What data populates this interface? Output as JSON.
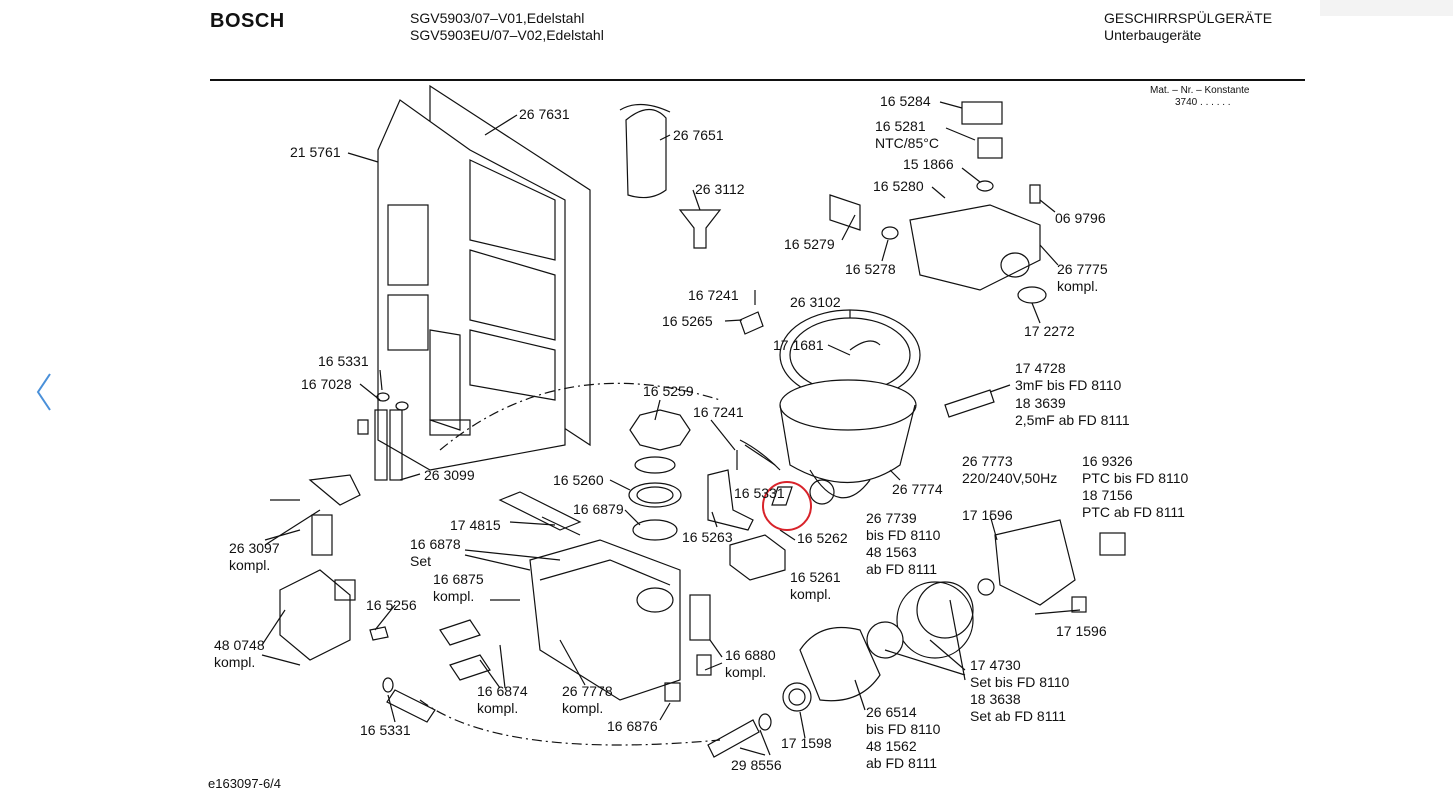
{
  "header": {
    "brand": "BOSCH",
    "model_line1": "SGV5903/07–V01,Edelstahl",
    "model_line2": "SGV5903EU/07–V02,Edelstahl",
    "category_line1": "GESCHIRRSPÜLGERÄTE",
    "category_line2": "Unterbaugeräte"
  },
  "mat_box": {
    "label": "Mat. – Nr. – Konstante",
    "value": "3740 . . . . . ."
  },
  "footer": {
    "code": "e163097-6/4"
  },
  "labels": {
    "p215761": "21 5761",
    "p267631": "26 7631",
    "p267651": "26 7651",
    "p263112": "26 3112",
    "p165284": "16 5284",
    "p165281": "16 5281",
    "ntc": "NTC/85°C",
    "p151866": "15 1866",
    "p165280": "16 5280",
    "p069796": "06 9796",
    "p165279": "16 5279",
    "p165278": "16 5278",
    "p267775": "26 7775",
    "kompl_a": "kompl.",
    "p167241a": "16 7241",
    "p263102": "26 3102",
    "p172272": "17 2272",
    "p165265": "16 5265",
    "p171681": "17 1681",
    "p174728": "17 4728",
    "cap1": "3mF  bis FD 8110",
    "p183639": "18 3639",
    "cap2": "2,5mF  ab FD 8111",
    "p165331a": "16 5331",
    "p167028": "16 7028",
    "p165259": "16 5259",
    "p167241b": "16 7241",
    "p263099": "26 3099",
    "p165260": "16 5260",
    "p165331b": "16 5331",
    "p267774": "26 7774",
    "p267773": "26 7773",
    "volt": "220/240V,50Hz",
    "p169326": "16 9326",
    "ptc1": "PTC bis FD 8110",
    "p187156": "18 7156",
    "ptc2": "PTC ab FD 8111",
    "p174815": "17 4815",
    "p166879": "16 6879",
    "p165263": "16 5263",
    "p165262": "16 5262",
    "p267739": "26 7739",
    "bis1": "bis FD 8110",
    "p481563": "48 1563",
    "ab1": "ab FD 8111",
    "p171596a": "17 1596",
    "p263097": "26 3097",
    "kompl_b": "kompl.",
    "p166878": "16 6878",
    "set_a": "Set",
    "p165261": "16 5261",
    "kompl_c": "kompl.",
    "p166875": "16 6875",
    "kompl_d": "kompl.",
    "p165256": "16 5256",
    "p480748": "48 0748",
    "kompl_e": "kompl.",
    "p166880": "16 6880",
    "kompl_f": "kompl.",
    "p171596b": "17 1596",
    "p174730": "17 4730",
    "set_bis": "Set bis FD 8110",
    "p183638": "18 3638",
    "set_ab": "Set ab FD 8111",
    "p166874": "16 6874",
    "kompl_g": "kompl.",
    "p267778": "26 7778",
    "kompl_h": "kompl.",
    "p266514": "26 6514",
    "bis2": "bis FD 8110",
    "p481562": "48 1562",
    "ab2": "ab FD 8111",
    "p165331c": "16 5331",
    "p166876": "16 6876",
    "p171598": "17 1598",
    "p298556": "29 8556"
  },
  "colors": {
    "highlight_circle": "#d8232a",
    "nav_arrow": "#4a90d9",
    "line": "#111111"
  },
  "icons": {
    "back": "chevron-left-icon"
  }
}
